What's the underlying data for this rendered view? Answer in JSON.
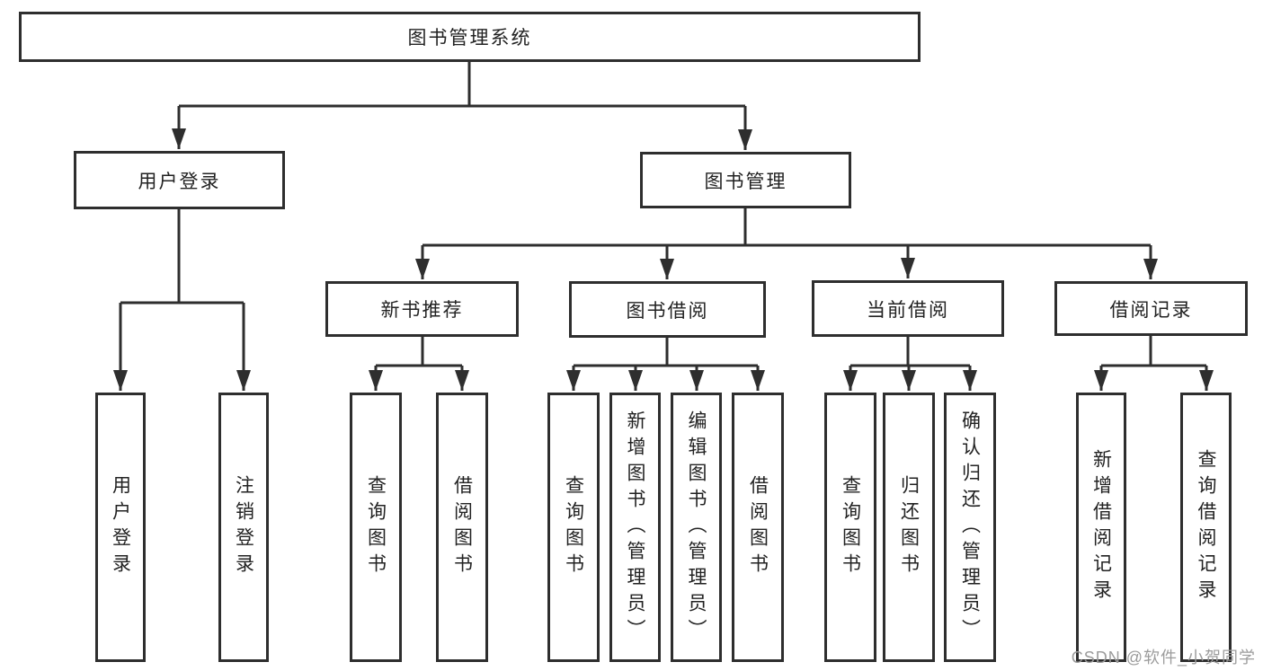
{
  "diagram": {
    "title": "图书管理系统",
    "level2": [
      {
        "label": "用户登录",
        "children": [
          "用户登录",
          "注销登录"
        ]
      },
      {
        "label": "图书管理",
        "children": [
          {
            "label": "新书推荐",
            "children": [
              "查询图书",
              "借阅图书"
            ]
          },
          {
            "label": "图书借阅",
            "children": [
              "查询图书",
              "新增图书（管理员）",
              "编辑图书（管理员）",
              "借阅图书"
            ]
          },
          {
            "label": "当前借阅",
            "children": [
              "查询图书",
              "归还图书",
              "确认归还（管理员）"
            ]
          },
          {
            "label": "借阅记录",
            "children": [
              "新增借阅记录",
              "查询借阅记录"
            ]
          }
        ]
      }
    ],
    "watermark": "CSDN @软件_小贺同学",
    "colors": {
      "line": "#2e2e2e",
      "box_border": "#2e2e2e",
      "text": "#222222",
      "watermark": "#9c9c9c",
      "background": "#ffffff"
    }
  }
}
